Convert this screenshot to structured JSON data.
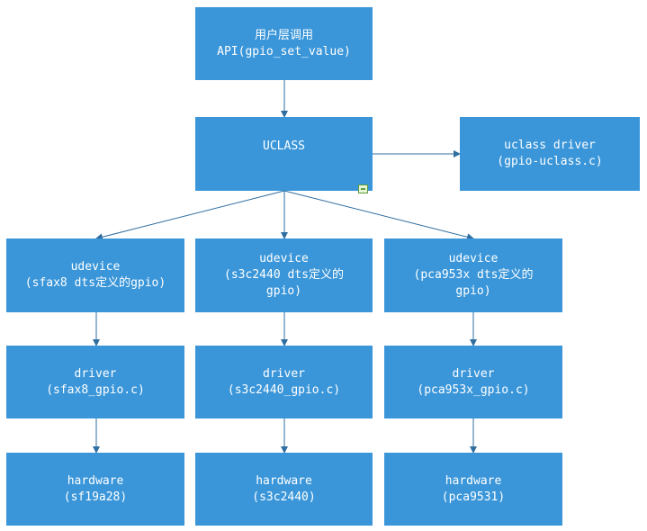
{
  "nodes": {
    "api": {
      "line1": "用户层调用",
      "line2": "API(gpio_set_value)"
    },
    "uclass": {
      "line1": "UCLASS"
    },
    "uclass_driver": {
      "line1": "uclass driver",
      "line2": "(gpio-uclass.c)"
    },
    "udevice_1": {
      "line1": "udevice",
      "line2": "(sfax8 dts定义的gpio)"
    },
    "udevice_2": {
      "line1": "udevice",
      "line2": "(s3c2440 dts定义的",
      "line3": "gpio)"
    },
    "udevice_3": {
      "line1": "udevice",
      "line2": "(pca953x dts定义的",
      "line3": "gpio)"
    },
    "driver_1": {
      "line1": "driver",
      "line2": "(sfax8_gpio.c)"
    },
    "driver_2": {
      "line1": "driver",
      "line2": "(s3c2440_gpio.c)"
    },
    "driver_3": {
      "line1": "driver",
      "line2": "(pca953x_gpio.c)"
    },
    "hardware_1": {
      "line1": "hardware",
      "line2": "(sf19a28)"
    },
    "hardware_2": {
      "line1": "hardware",
      "line2": "(s3c2440)"
    },
    "hardware_3": {
      "line1": "hardware",
      "line2": "(pca9531)"
    }
  },
  "edges": [
    [
      "api",
      "uclass"
    ],
    [
      "uclass",
      "uclass_driver"
    ],
    [
      "uclass",
      "udevice_1"
    ],
    [
      "uclass",
      "udevice_2"
    ],
    [
      "uclass",
      "udevice_3"
    ],
    [
      "udevice_1",
      "driver_1"
    ],
    [
      "udevice_2",
      "driver_2"
    ],
    [
      "udevice_3",
      "driver_3"
    ],
    [
      "driver_1",
      "hardware_1"
    ],
    [
      "driver_2",
      "hardware_2"
    ],
    [
      "driver_3",
      "hardware_3"
    ]
  ],
  "colors": {
    "box_fill": "#3a96d9",
    "box_text": "#ffffff",
    "edge": "#2f6ea0"
  }
}
